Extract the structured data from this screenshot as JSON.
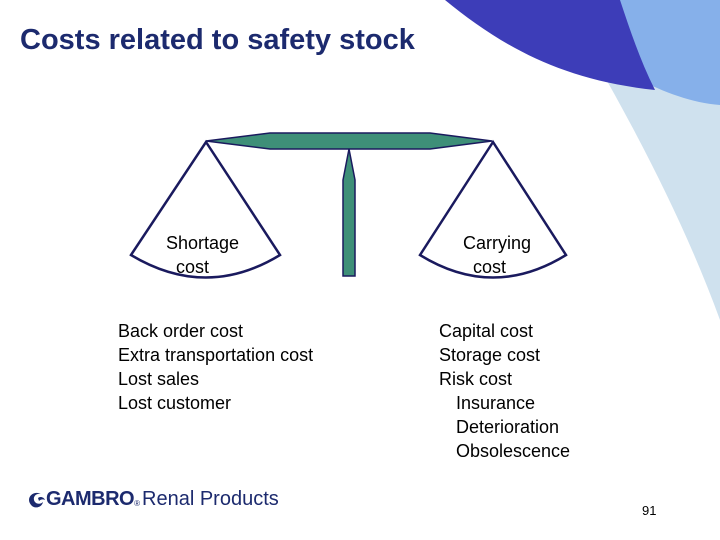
{
  "slide": {
    "title": "Costs related to safety stock",
    "page_number": "91"
  },
  "scale": {
    "left_pan_label": "Shortage\n  cost",
    "right_pan_label": "Carrying\n  cost"
  },
  "shortage_costs": [
    "Back order cost",
    "Extra transportation cost",
    "Lost sales",
    "Lost customer"
  ],
  "carrying_costs": [
    {
      "text": "Capital cost",
      "indent": false
    },
    {
      "text": "Storage cost",
      "indent": false
    },
    {
      "text": "Risk cost",
      "indent": false
    },
    {
      "text": "Insurance",
      "indent": true
    },
    {
      "text": "Deterioration",
      "indent": true
    },
    {
      "text": "Obsolescence",
      "indent": true
    }
  ],
  "logo": {
    "brand": "GAMBRO",
    "registered": "®",
    "division": "Renal Products"
  },
  "colors": {
    "title": "#1c2a6e",
    "beam": "#3e8f78",
    "outline": "#1a1a5e",
    "deco_dark": "#3d3db8",
    "deco_mid": "#7fa8e8",
    "deco_light": "#cfe1ee"
  }
}
